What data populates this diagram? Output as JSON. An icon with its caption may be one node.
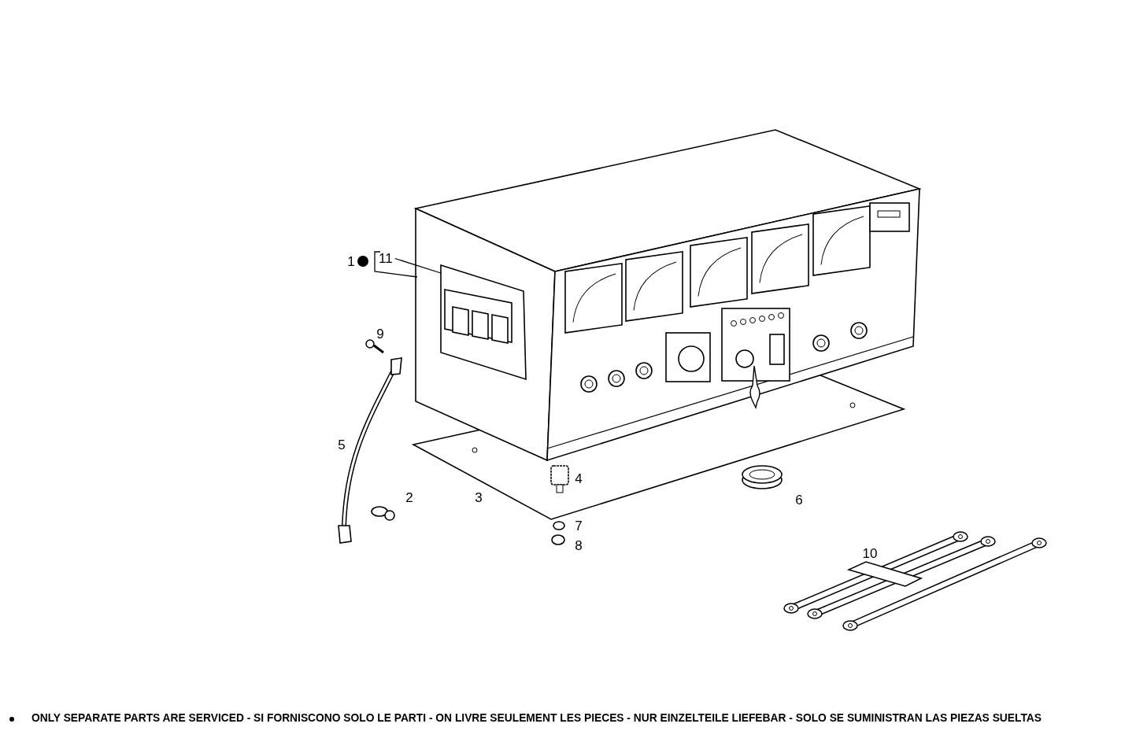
{
  "diagram": {
    "nodes": [
      {
        "text": [
          "11"
        ]
      },
      {
        "text": [],
        "shape": "picture"
      }
    ],
    "edges": [
      {
        "from": 0,
        "to": 1,
        "arrow": "none"
      }
    ],
    "labels": [
      "1",
      "9",
      "5",
      "2",
      "3",
      "4",
      "7",
      "8",
      "6",
      "10",
      "ONLY SEPARATE PARTS ARE SERVICED - SI FORNISCONO SOLO LE PARTI - ON LIVRE SEULEMENT LES PIECES - NUR EINZELTEILE LIEFEBAR - SOLO SE SUMINISTRAN LAS PIEZAS SUELTAS"
    ]
  }
}
